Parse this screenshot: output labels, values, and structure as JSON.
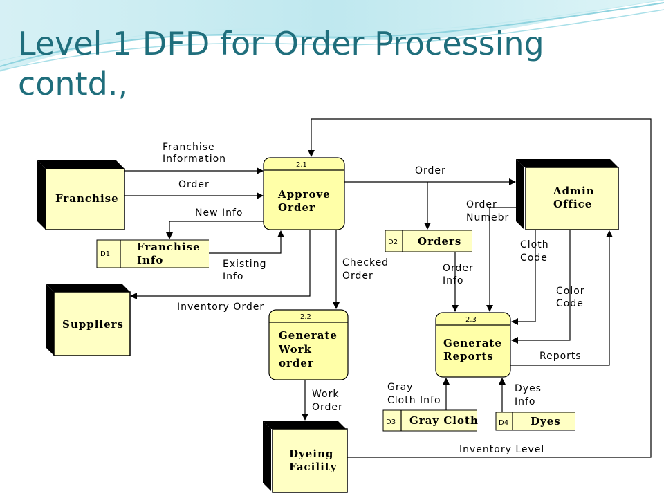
{
  "title": {
    "line1": "Level 1 DFD for Order Processing",
    "line2": "contd.,"
  },
  "entities": {
    "franchise": "Franchise",
    "suppliers": "Suppliers",
    "admin_line1": "Admin",
    "admin_line2": "Office",
    "dyeing_line1": "Dyeing",
    "dyeing_line2": "Facility"
  },
  "processes": {
    "p1": {
      "id": "2.1",
      "line1": "Approve",
      "line2": "Order"
    },
    "p2": {
      "id": "2.2",
      "line1": "Generate",
      "line2": "Work",
      "line3": "order"
    },
    "p3": {
      "id": "2.3",
      "line1": "Generate",
      "line2": "Reports"
    }
  },
  "stores": {
    "d1": {
      "id": "D1",
      "line1": "Franchise",
      "line2": "Info"
    },
    "d2": {
      "id": "D2",
      "label": "Orders"
    },
    "d3": {
      "id": "D3",
      "label": "Gray Cloth"
    },
    "d4": {
      "id": "D4",
      "label": "Dyes"
    }
  },
  "flows": {
    "franchise_info_1": "Franchise",
    "franchise_info_2": "Information",
    "order_left": "Order",
    "new_info": "New Info",
    "existing_info_1": "Existing",
    "existing_info_2": "Info",
    "order_top": "Order",
    "order_numbr_1": "Order",
    "order_numbr_2": "Numebr",
    "checked_order_1": "Checked",
    "checked_order_2": "Order",
    "order_info_1": "Order",
    "order_info_2": "Info",
    "cloth_code_1": "Cloth",
    "cloth_code_2": "Code",
    "color_code_1": "Color",
    "color_code_2": "Code",
    "inventory_order": "Inventory Order",
    "reports": "Reports",
    "gray_cloth_info_1": "Gray",
    "gray_cloth_info_2": "Cloth Info",
    "dyes_info_1": "Dyes",
    "dyes_info_2": "Info",
    "work_order_1": "Work",
    "work_order_2": "Order",
    "inventory_level": "Inventory Level"
  },
  "colors": {
    "title": "#1f6e7c",
    "process_fill": "#ffffa8",
    "entity_fill": "#ffffc4"
  }
}
